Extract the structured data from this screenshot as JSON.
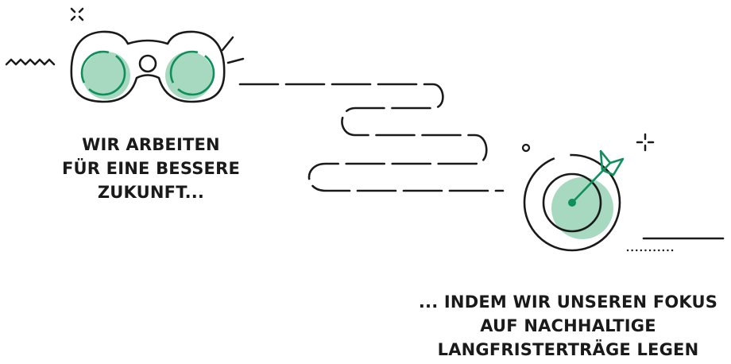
{
  "colors": {
    "ink": "#1a1a1a",
    "accent": "#0e8f5b",
    "accent_fill": "#a6d9bf"
  },
  "icons": {
    "left": "binoculars-icon",
    "right": "target-with-arrow-icon"
  },
  "caption_left": {
    "line1": "WIR ARBEITEN",
    "line2": "FÜR EINE BESSERE",
    "line3": "ZUKUNFT..."
  },
  "caption_right": {
    "line1": "... INDEM WIR UNSEREN FOKUS",
    "line2": "AUF NACHHALTIGE",
    "line3": "LANGFRISTERTRÄGE LEGEN"
  }
}
